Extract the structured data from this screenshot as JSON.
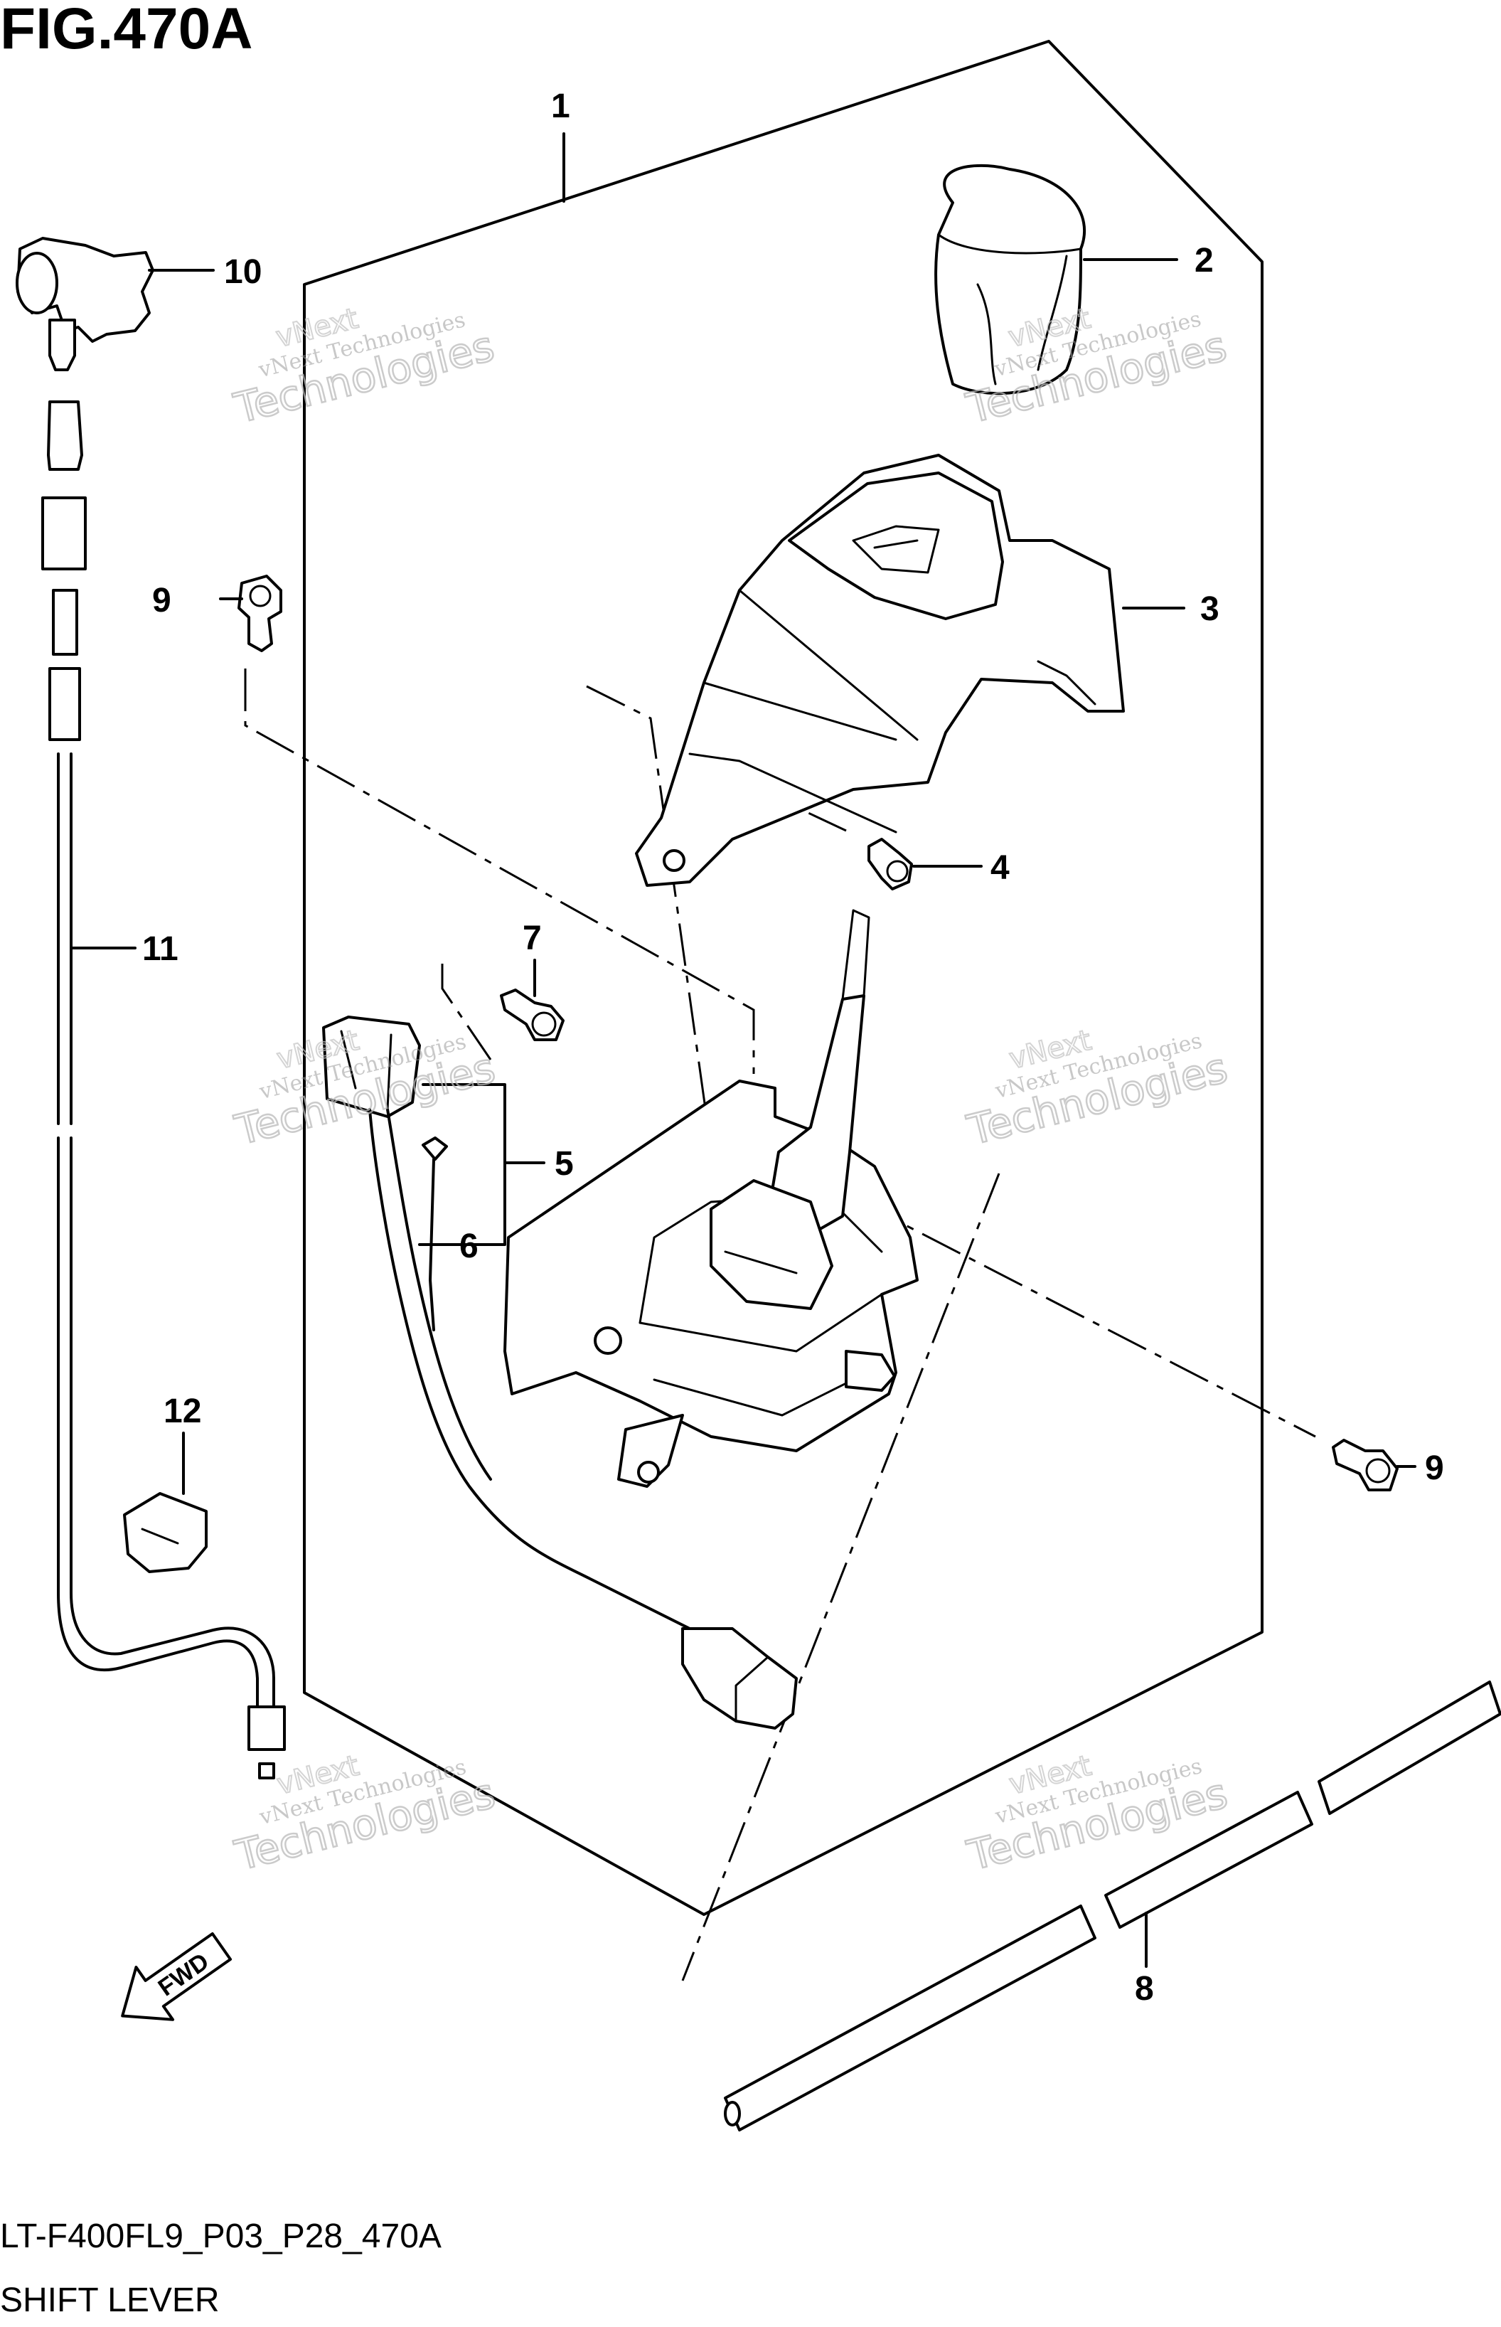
{
  "figure": {
    "title": "FIG.470A",
    "code": "LT-F400FL9_P03_P28_470A",
    "name": "SHIFT LEVER"
  },
  "direction_arrow": {
    "label": "FWD"
  },
  "watermark": {
    "line1": "vNext Technologies",
    "line2": "Technologies",
    "line3": "vNext"
  },
  "callouts": [
    {
      "id": "c1",
      "label": "1"
    },
    {
      "id": "c2",
      "label": "2"
    },
    {
      "id": "c3",
      "label": "3"
    },
    {
      "id": "c4",
      "label": "4"
    },
    {
      "id": "c5",
      "label": "5"
    },
    {
      "id": "c6",
      "label": "6"
    },
    {
      "id": "c7",
      "label": "7"
    },
    {
      "id": "c8",
      "label": "8"
    },
    {
      "id": "c9a",
      "label": "9"
    },
    {
      "id": "c9b",
      "label": "9"
    },
    {
      "id": "c10",
      "label": "10"
    },
    {
      "id": "c11",
      "label": "11"
    },
    {
      "id": "c12",
      "label": "12"
    }
  ]
}
